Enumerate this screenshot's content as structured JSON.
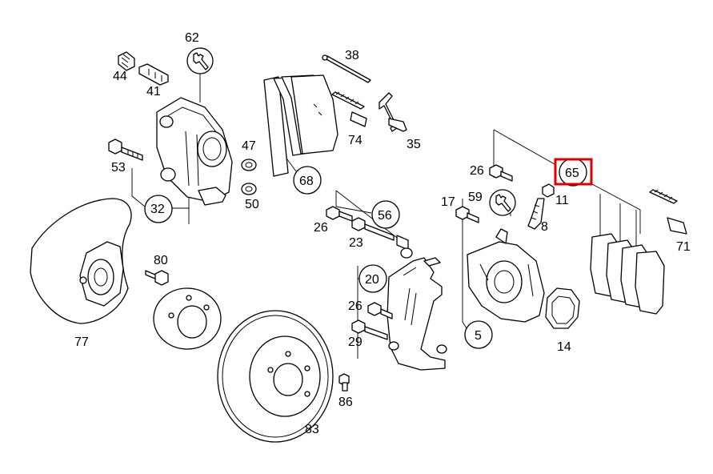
{
  "highlight": {
    "part": "65",
    "color": "#e00000"
  },
  "parts": {
    "p5": "5",
    "p8": "8",
    "p11": "11",
    "p14": "14",
    "p17": "17",
    "p20": "20",
    "p23": "23",
    "p26a": "26",
    "p26b": "26",
    "p26c": "26",
    "p29": "29",
    "p32": "32",
    "p35": "35",
    "p38": "38",
    "p41": "41",
    "p44": "44",
    "p47": "47",
    "p50": "50",
    "p53": "53",
    "p56": "56",
    "p59": "59",
    "p62": "62",
    "p65": "65",
    "p68": "68",
    "p71": "71",
    "p74": "74",
    "p77": "77",
    "p80": "80",
    "p83": "83",
    "p86": "86"
  }
}
